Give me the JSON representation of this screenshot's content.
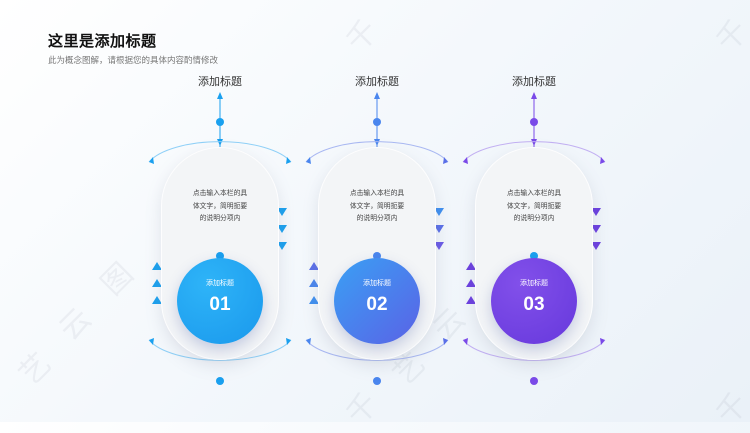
{
  "title": "这里是添加标题",
  "subtitle": "此为概念图解，请根据您的具体内容酌情修改",
  "watermark_glyph": "千 图 艺 云",
  "steps": [
    {
      "heading": "添加标题",
      "desc": [
        "点击输入本栏的具",
        "体文字，简明扼要",
        "的说明分项内"
      ],
      "circle_label": "添加标题",
      "number": "01",
      "color": "#1aa0ef",
      "color2": "#2aaef5"
    },
    {
      "heading": "添加标题",
      "desc": [
        "点击输入本栏的具",
        "体文字，简明扼要",
        "的说明分项内"
      ],
      "circle_label": "添加标题",
      "number": "02",
      "color": "#3f8ff0",
      "color2": "#5a6fe8"
    },
    {
      "heading": "添加标题",
      "desc": [
        "点击输入本栏的具",
        "体文字，简明扼要",
        "的说明分项内"
      ],
      "circle_label": "添加标题",
      "number": "03",
      "color": "#6b3fe0",
      "color2": "#7a4ae8"
    }
  ]
}
